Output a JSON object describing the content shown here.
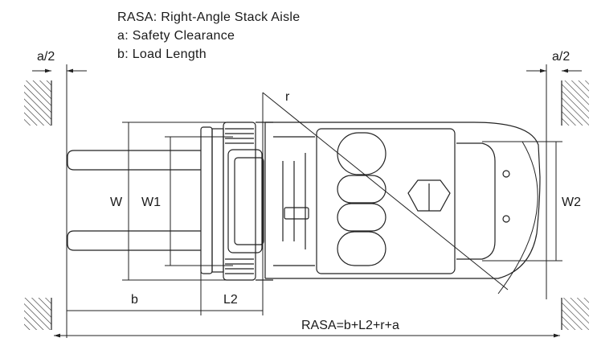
{
  "legend": {
    "rasa": "RASA: Right-Angle Stack Aisle",
    "a": "a: Safety Clearance",
    "b": "b: Load Length"
  },
  "dimensions": {
    "a_half_left": "a/2",
    "a_half_right": "a/2",
    "r": "r",
    "W": "W",
    "W1": "W1",
    "W2": "W2",
    "b": "b",
    "L2": "L2",
    "rasa_formula": "RASA=b+L2+r+a"
  }
}
